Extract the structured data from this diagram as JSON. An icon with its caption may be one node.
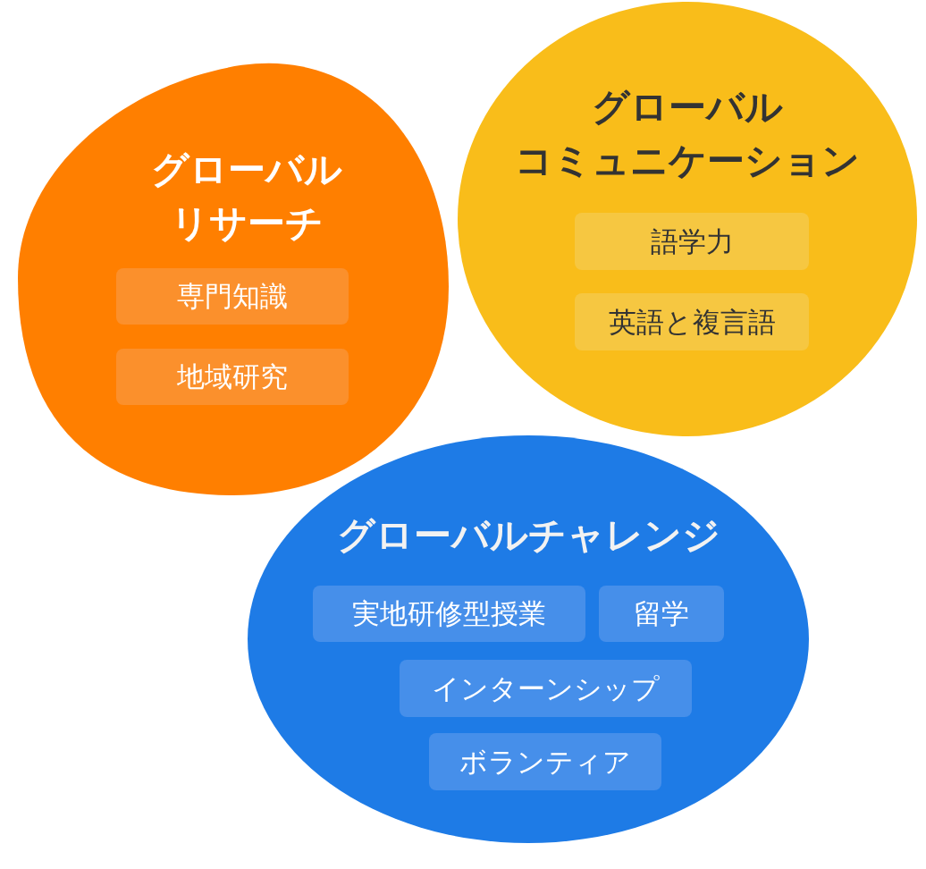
{
  "diagram": {
    "nodes": [
      {
        "text": [
          "グローバルリサーチ"
        ]
      },
      {
        "text": [
          "専門知識"
        ],
        "in": 0
      },
      {
        "text": [
          "地域研究"
        ],
        "in": 0
      },
      {
        "text": [
          "グローバルコミュニケーション"
        ]
      },
      {
        "text": [
          "語学力"
        ],
        "in": 3
      },
      {
        "text": [
          "英語と複言語"
        ],
        "in": 3
      },
      {
        "text": [
          "グローバルチャレンジ"
        ]
      },
      {
        "text": [
          "実地研修型授業"
        ],
        "in": 6
      },
      {
        "text": [
          "留学"
        ],
        "in": 6
      },
      {
        "text": [
          "インターンシップ"
        ],
        "in": 6
      },
      {
        "text": [
          "ボランティア"
        ],
        "in": 6
      }
    ]
  }
}
